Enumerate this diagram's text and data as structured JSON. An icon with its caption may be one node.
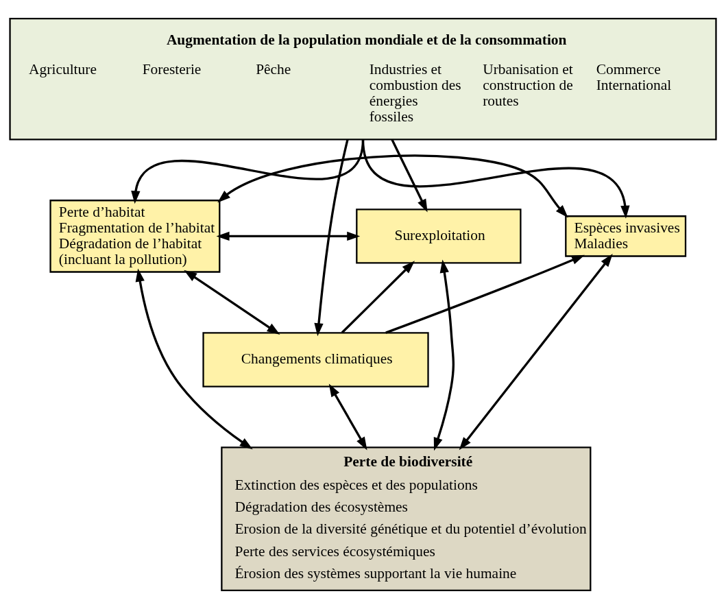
{
  "diagram": {
    "nodes": [
      {
        "text": [
          "Augmentation de la population mondiale et de la consommation",
          "Agriculture",
          "Foresterie",
          "Pêche",
          "Industries et combustion des énergies fossiles",
          "Urbanisation et construction de routes",
          "Commerce International"
        ]
      },
      {
        "text": [
          "Perte d’habitat",
          "Fragmentation de l’habitat",
          "Dégradation de l’habitat (incluant la pollution)"
        ]
      },
      {
        "text": [
          "Surexploitation"
        ]
      },
      {
        "text": [
          "Espèces invasives",
          "Maladies"
        ]
      },
      {
        "text": [
          "Changements climatiques"
        ]
      },
      {
        "text": [
          "Perte de biodiversité",
          "Extinction des espèces et des populations",
          "Dégradation des écosystèmes",
          "Erosion de la diversité génétique et du potentiel d’évolution",
          "Perte des services écosystémiques",
          "Érosion des systèmes supportant la vie humaine"
        ]
      }
    ],
    "edges": [
      {
        "from": 0,
        "to": 1,
        "arrow": "to"
      },
      {
        "from": 0,
        "to": 4,
        "arrow": "to"
      },
      {
        "from": 0,
        "to": 2,
        "arrow": "to"
      },
      {
        "from": 0,
        "to": 3,
        "arrow": "to"
      },
      {
        "from": 1,
        "to": 3,
        "arrow": "both"
      },
      {
        "from": 1,
        "to": 2,
        "arrow": "both"
      },
      {
        "from": 1,
        "to": 4,
        "arrow": "both"
      },
      {
        "from": 4,
        "to": 2,
        "arrow": "to"
      },
      {
        "from": 4,
        "to": 3,
        "arrow": "to"
      },
      {
        "from": 1,
        "to": 5,
        "arrow": "both"
      },
      {
        "from": 4,
        "to": 5,
        "arrow": "both"
      },
      {
        "from": 2,
        "to": 5,
        "arrow": "both"
      },
      {
        "from": 3,
        "to": 5,
        "arrow": "both"
      }
    ]
  }
}
